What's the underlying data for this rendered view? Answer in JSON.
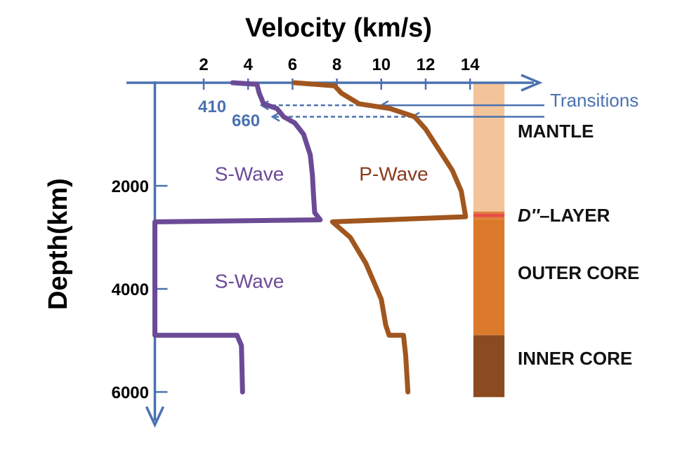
{
  "chart_data": {
    "type": "line",
    "title": "Velocity (km/s)",
    "xlabel": "Velocity (km/s)",
    "ylabel": "Depth(km)",
    "x_ticks": [
      2,
      4,
      6,
      8,
      10,
      12,
      14
    ],
    "y_ticks": [
      2000,
      4000,
      6000
    ],
    "xlim": [
      -0.2,
      17
    ],
    "ylim": [
      0,
      6700
    ],
    "series": [
      {
        "name": "S-Wave",
        "color": "#6b4a96",
        "points": [
          [
            3.3,
            0
          ],
          [
            4.4,
            30
          ],
          [
            4.5,
            200
          ],
          [
            4.7,
            410
          ],
          [
            5.3,
            500
          ],
          [
            5.6,
            660
          ],
          [
            6.1,
            780
          ],
          [
            6.5,
            1000
          ],
          [
            6.8,
            1400
          ],
          [
            6.9,
            1800
          ],
          [
            6.95,
            2200
          ],
          [
            7.0,
            2520
          ],
          [
            7.25,
            2660
          ],
          [
            -0.2,
            2700
          ],
          [
            -0.2,
            4900
          ],
          [
            3.5,
            4900
          ],
          [
            3.7,
            5100
          ],
          [
            3.75,
            6000
          ]
        ]
      },
      {
        "name": "P-Wave",
        "color": "#a0561e",
        "points": [
          [
            6.1,
            0
          ],
          [
            7.9,
            60
          ],
          [
            8.2,
            200
          ],
          [
            9.0,
            410
          ],
          [
            10.4,
            500
          ],
          [
            11.5,
            660
          ],
          [
            12.0,
            900
          ],
          [
            12.6,
            1300
          ],
          [
            13.2,
            1700
          ],
          [
            13.6,
            2100
          ],
          [
            13.8,
            2600
          ],
          [
            7.8,
            2700
          ],
          [
            8.6,
            3000
          ],
          [
            9.3,
            3500
          ],
          [
            10.0,
            4200
          ],
          [
            10.2,
            4700
          ],
          [
            10.35,
            4900
          ],
          [
            11.0,
            4900
          ],
          [
            11.1,
            5300
          ],
          [
            11.2,
            6000
          ]
        ]
      }
    ],
    "wave_labels": [
      {
        "text": "S-Wave",
        "x": 2.5,
        "y": 1900,
        "color": "#6b4a96"
      },
      {
        "text": "P-Wave",
        "x": 9.0,
        "y": 1900,
        "color": "#8a3a1c"
      },
      {
        "text": "S-Wave",
        "x": 2.5,
        "y": 3980,
        "color": "#6b4a96"
      }
    ],
    "transitions": {
      "label": "Transitions",
      "depths": [
        {
          "value": 410,
          "label": "410"
        },
        {
          "value": 660,
          "label": "660"
        }
      ],
      "color": "#4a72b0"
    },
    "layers": [
      {
        "name": "MANTLE",
        "top": 0,
        "bottom": 2500,
        "color": "#f3c49a"
      },
      {
        "name": "D″ layer band",
        "top": 2500,
        "bottom": 2650,
        "color": "#e07b3a",
        "stripe_color": "#e84a4a"
      },
      {
        "name": "OUTER CORE",
        "top": 2650,
        "bottom": 4900,
        "color": "#dc7a2c"
      },
      {
        "name": "INNER CORE",
        "top": 4900,
        "bottom": 6100,
        "color": "#8b4a20"
      }
    ],
    "layer_labels": {
      "mantle": "MANTLE",
      "d_layer_prefix": "D''",
      "d_layer_suffix": "–LAYER",
      "outer_core": "OUTER CORE",
      "inner_core": "INNER CORE"
    },
    "axis_color": "#4a72b0",
    "grid": false
  }
}
